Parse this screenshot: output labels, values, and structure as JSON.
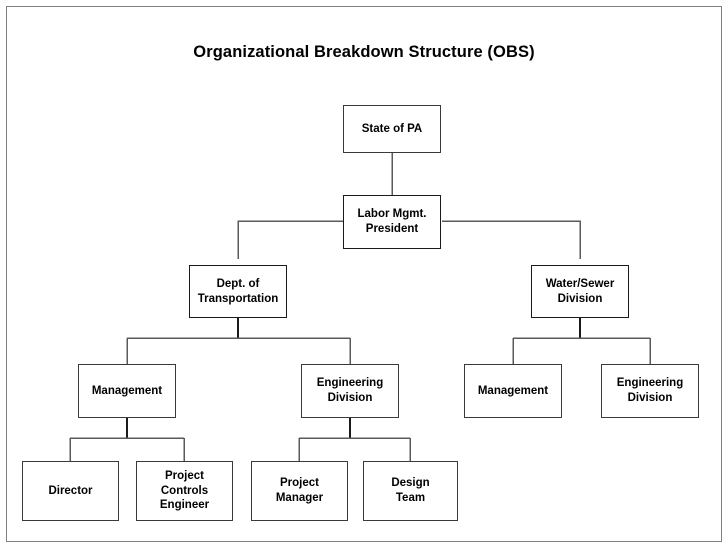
{
  "chart": {
    "title": "Organizational Breakdown Structure (OBS)",
    "type": "organizational-breakdown-structure",
    "border_color": "#808080",
    "box_border_color": "#3a3a3a",
    "background_color": "#ffffff",
    "text_color": "#000000",
    "nodes": [
      {
        "id": "state-of-pa",
        "label": "State of PA",
        "level": 0
      },
      {
        "id": "labor-mgmt-president",
        "label": "Labor Mgmt.\nPresident",
        "level": 1
      },
      {
        "id": "dept-of-transportation",
        "label": "Dept. of\nTransportation",
        "level": 2
      },
      {
        "id": "water-sewer-division",
        "label": "Water/Sewer\nDivision",
        "level": 2
      },
      {
        "id": "dot-management",
        "label": "Management",
        "level": 3
      },
      {
        "id": "dot-engineering-division",
        "label": "Engineering\nDivision",
        "level": 3
      },
      {
        "id": "ws-management",
        "label": "Management",
        "level": 3
      },
      {
        "id": "ws-engineering-division",
        "label": "Engineering\nDivision",
        "level": 3
      },
      {
        "id": "director",
        "label": "Director",
        "level": 4
      },
      {
        "id": "project-controls-engineer",
        "label": "Project\nControls\nEngineer",
        "level": 4
      },
      {
        "id": "project-manager",
        "label": "Project\nManager",
        "level": 4
      },
      {
        "id": "design-team",
        "label": "Design\nTeam",
        "level": 4
      }
    ],
    "edges": [
      {
        "from": "state-of-pa",
        "to": "labor-mgmt-president"
      },
      {
        "from": "labor-mgmt-president",
        "to": "dept-of-transportation"
      },
      {
        "from": "labor-mgmt-president",
        "to": "water-sewer-division"
      },
      {
        "from": "dept-of-transportation",
        "to": "dot-management"
      },
      {
        "from": "dept-of-transportation",
        "to": "dot-engineering-division"
      },
      {
        "from": "water-sewer-division",
        "to": "ws-management"
      },
      {
        "from": "water-sewer-division",
        "to": "ws-engineering-division"
      },
      {
        "from": "dot-management",
        "to": "director"
      },
      {
        "from": "dot-management",
        "to": "project-controls-engineer"
      },
      {
        "from": "dot-engineering-division",
        "to": "project-manager"
      },
      {
        "from": "dot-engineering-division",
        "to": "design-team"
      }
    ]
  }
}
